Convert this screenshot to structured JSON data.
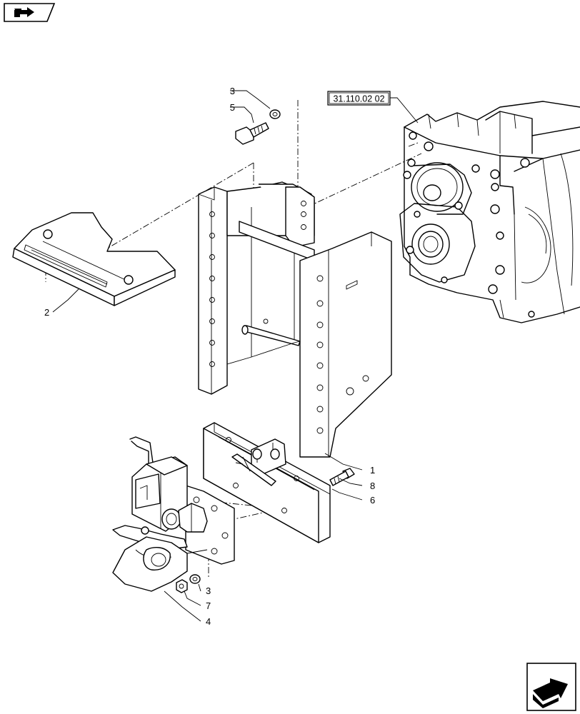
{
  "reference_box": {
    "label": "31.110.02 02"
  },
  "callouts": [
    {
      "id": "c1",
      "text": "1"
    },
    {
      "id": "c2",
      "text": "2"
    },
    {
      "id": "c3a",
      "text": "3"
    },
    {
      "id": "c3b",
      "text": "3"
    },
    {
      "id": "c4",
      "text": "4"
    },
    {
      "id": "c5",
      "text": "5"
    },
    {
      "id": "c6",
      "text": "6"
    },
    {
      "id": "c7",
      "text": "7"
    },
    {
      "id": "c8",
      "text": "8"
    }
  ],
  "icons": {
    "top_left": "book-arrow-icon",
    "bottom_right": "next-page-arrow-icon"
  }
}
